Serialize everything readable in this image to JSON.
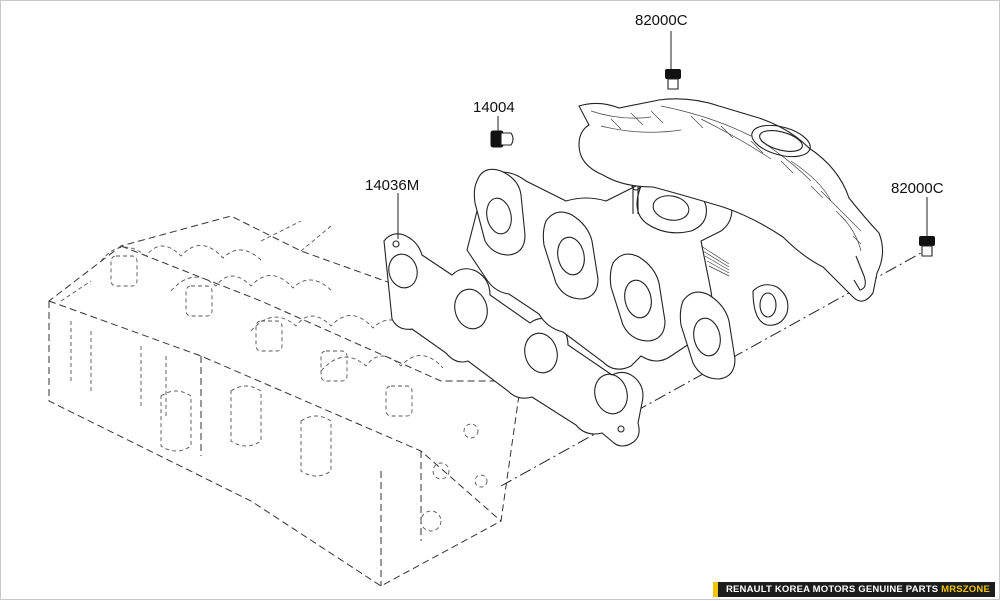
{
  "labels": {
    "bolt_top": "82000C",
    "bolt_right": "82000C",
    "stud_nut": "14004",
    "gasket": "14036M"
  },
  "watermark": {
    "text": "RENAULT KOREA MOTORS GENUINE PARTS",
    "brand": "MRSZONE",
    "accent_color": "#f5c400"
  }
}
